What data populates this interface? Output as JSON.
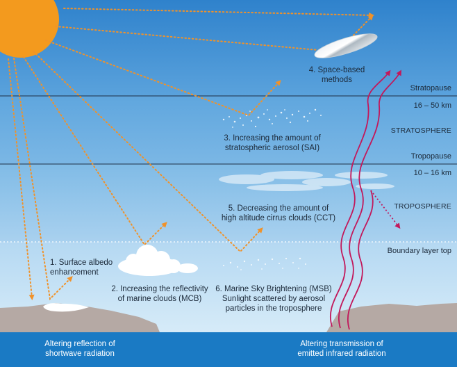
{
  "methods": {
    "m1": [
      "1. Surface albedo",
      "enhancement"
    ],
    "m2": [
      "2. Increasing the reflectivity",
      "of marine clouds (MCB)"
    ],
    "m3": [
      "3. Increasing the amount of",
      "stratospheric aerosol (SAI)"
    ],
    "m4": [
      "4. Space-based",
      "methods"
    ],
    "m5": [
      "5. Decreasing the amount of",
      "high altitude cirrus clouds (CCT)"
    ],
    "m6": [
      "6. Marine Sky Brightening (MSB)",
      "Sunlight scattered by aerosol",
      "particles in the troposphere"
    ]
  },
  "layers": {
    "stratopause": "Stratopause",
    "strat_range": "16 – 50 km",
    "stratosphere": "STRATOSPHERE",
    "tropopause": "Tropopause",
    "trop_range": "10 – 16 km",
    "troposphere": "TROPOSPHERE",
    "boundary": "Boundary layer top"
  },
  "footer": {
    "left": [
      "Altering reflection of",
      "shortwave radiation"
    ],
    "right": [
      "Altering transmission of",
      "emitted infrared radiation"
    ]
  },
  "colors": {
    "sun": "#f39a1e",
    "sunlight_arrow": "#f0922a",
    "infrared_arrow": "#c2185b",
    "footer": "#1a7ac4",
    "ground": "#b5a9a4"
  }
}
